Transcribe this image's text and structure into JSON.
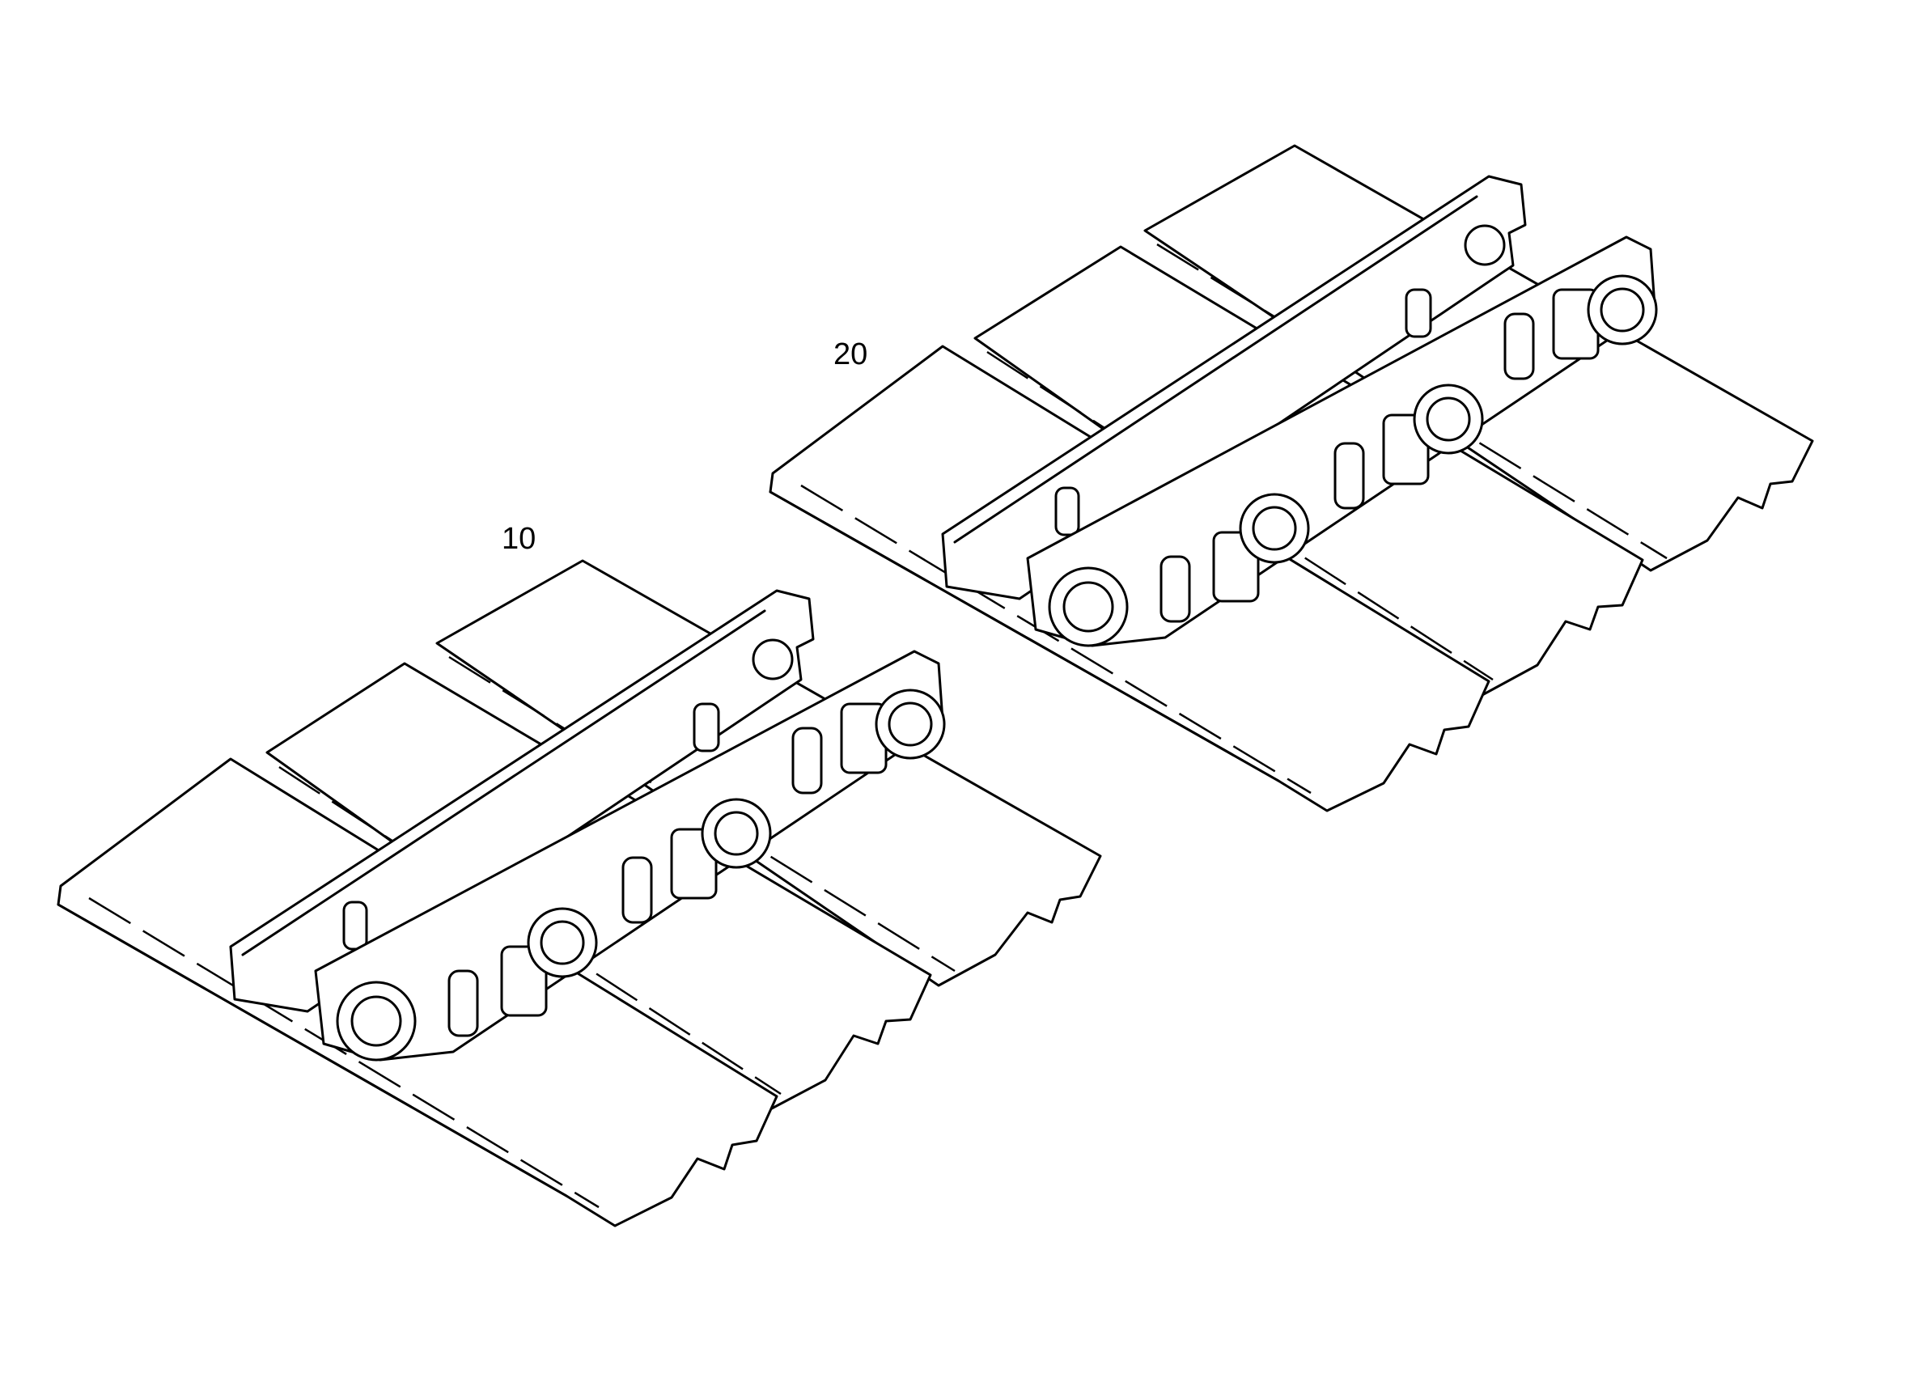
{
  "callouts": [
    {
      "id": "assembly-10",
      "label": "10"
    },
    {
      "id": "assembly-20",
      "label": "20"
    }
  ],
  "colors": {
    "line": "#000000",
    "background": "#ffffff"
  }
}
